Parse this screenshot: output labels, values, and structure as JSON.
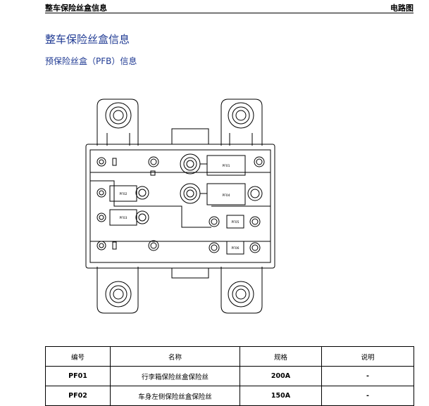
{
  "header": {
    "section": "整车保险丝盒信息",
    "manual_part": "电路图"
  },
  "page_title": "整车保险丝盒信息",
  "subtitle": "预保险丝盒（PFB）信息",
  "diagram": {
    "labels": [
      "PF01",
      "PF02",
      "PF03",
      "PF04",
      "PF05",
      "PF06"
    ]
  },
  "table": {
    "headers": [
      "编号",
      "名称",
      "规格",
      "说明"
    ],
    "rows": [
      [
        "PF01",
        "行李箱保险丝盒保险丝",
        "200A",
        "-"
      ],
      [
        "PF02",
        "车身左侧保险丝盒保险丝",
        "150A",
        "-"
      ]
    ]
  }
}
